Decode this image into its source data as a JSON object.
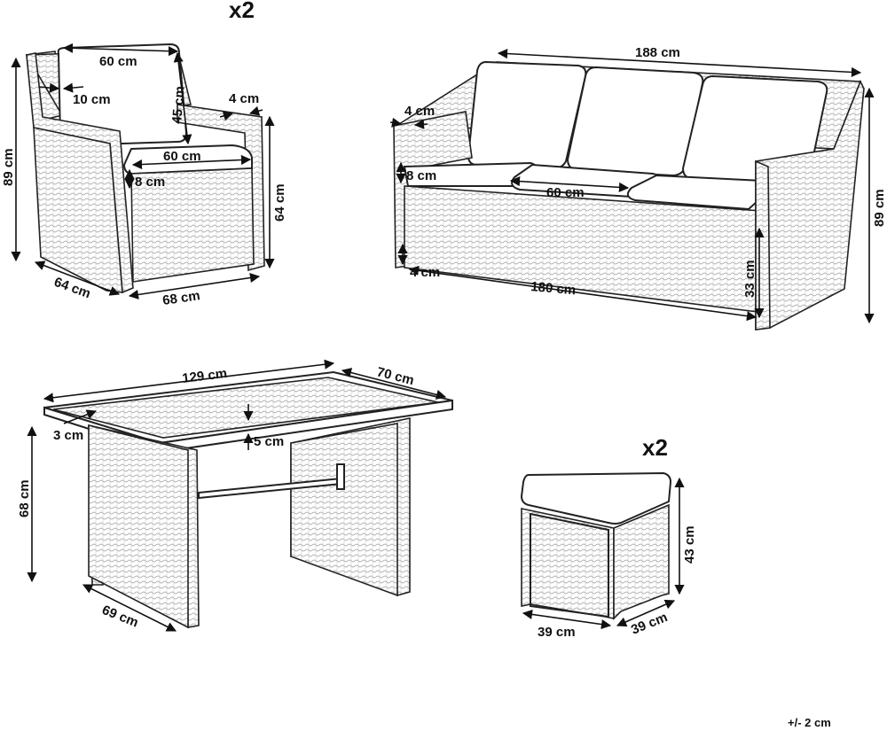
{
  "chair": {
    "quantity": "x2",
    "dims": {
      "cushion_width": "60 cm",
      "arm_gap": "10 cm",
      "back_height": "45 cm",
      "arm_width": "4 cm",
      "seat_width": "60 cm",
      "seat_thickness": "8 cm",
      "total_height": "89 cm",
      "seat_height": "64 cm",
      "depth": "64 cm",
      "width": "68 cm"
    }
  },
  "sofa": {
    "dims": {
      "total_width": "188 cm",
      "arm_width": "4 cm",
      "seat_thickness": "8 cm",
      "seat_width": "60 cm",
      "base_offset": "4 cm",
      "base_width": "180 cm",
      "seat_height": "33 cm",
      "total_height": "89 cm"
    }
  },
  "table": {
    "dims": {
      "length": "129 cm",
      "width": "70 cm",
      "top_edge": "3 cm",
      "top_thickness": "5 cm",
      "height": "68 cm",
      "depth": "69 cm"
    }
  },
  "stool": {
    "quantity": "x2",
    "dims": {
      "height": "43 cm",
      "width": "39 cm",
      "depth": "39 cm"
    }
  },
  "tolerance": "+/- 2 cm"
}
